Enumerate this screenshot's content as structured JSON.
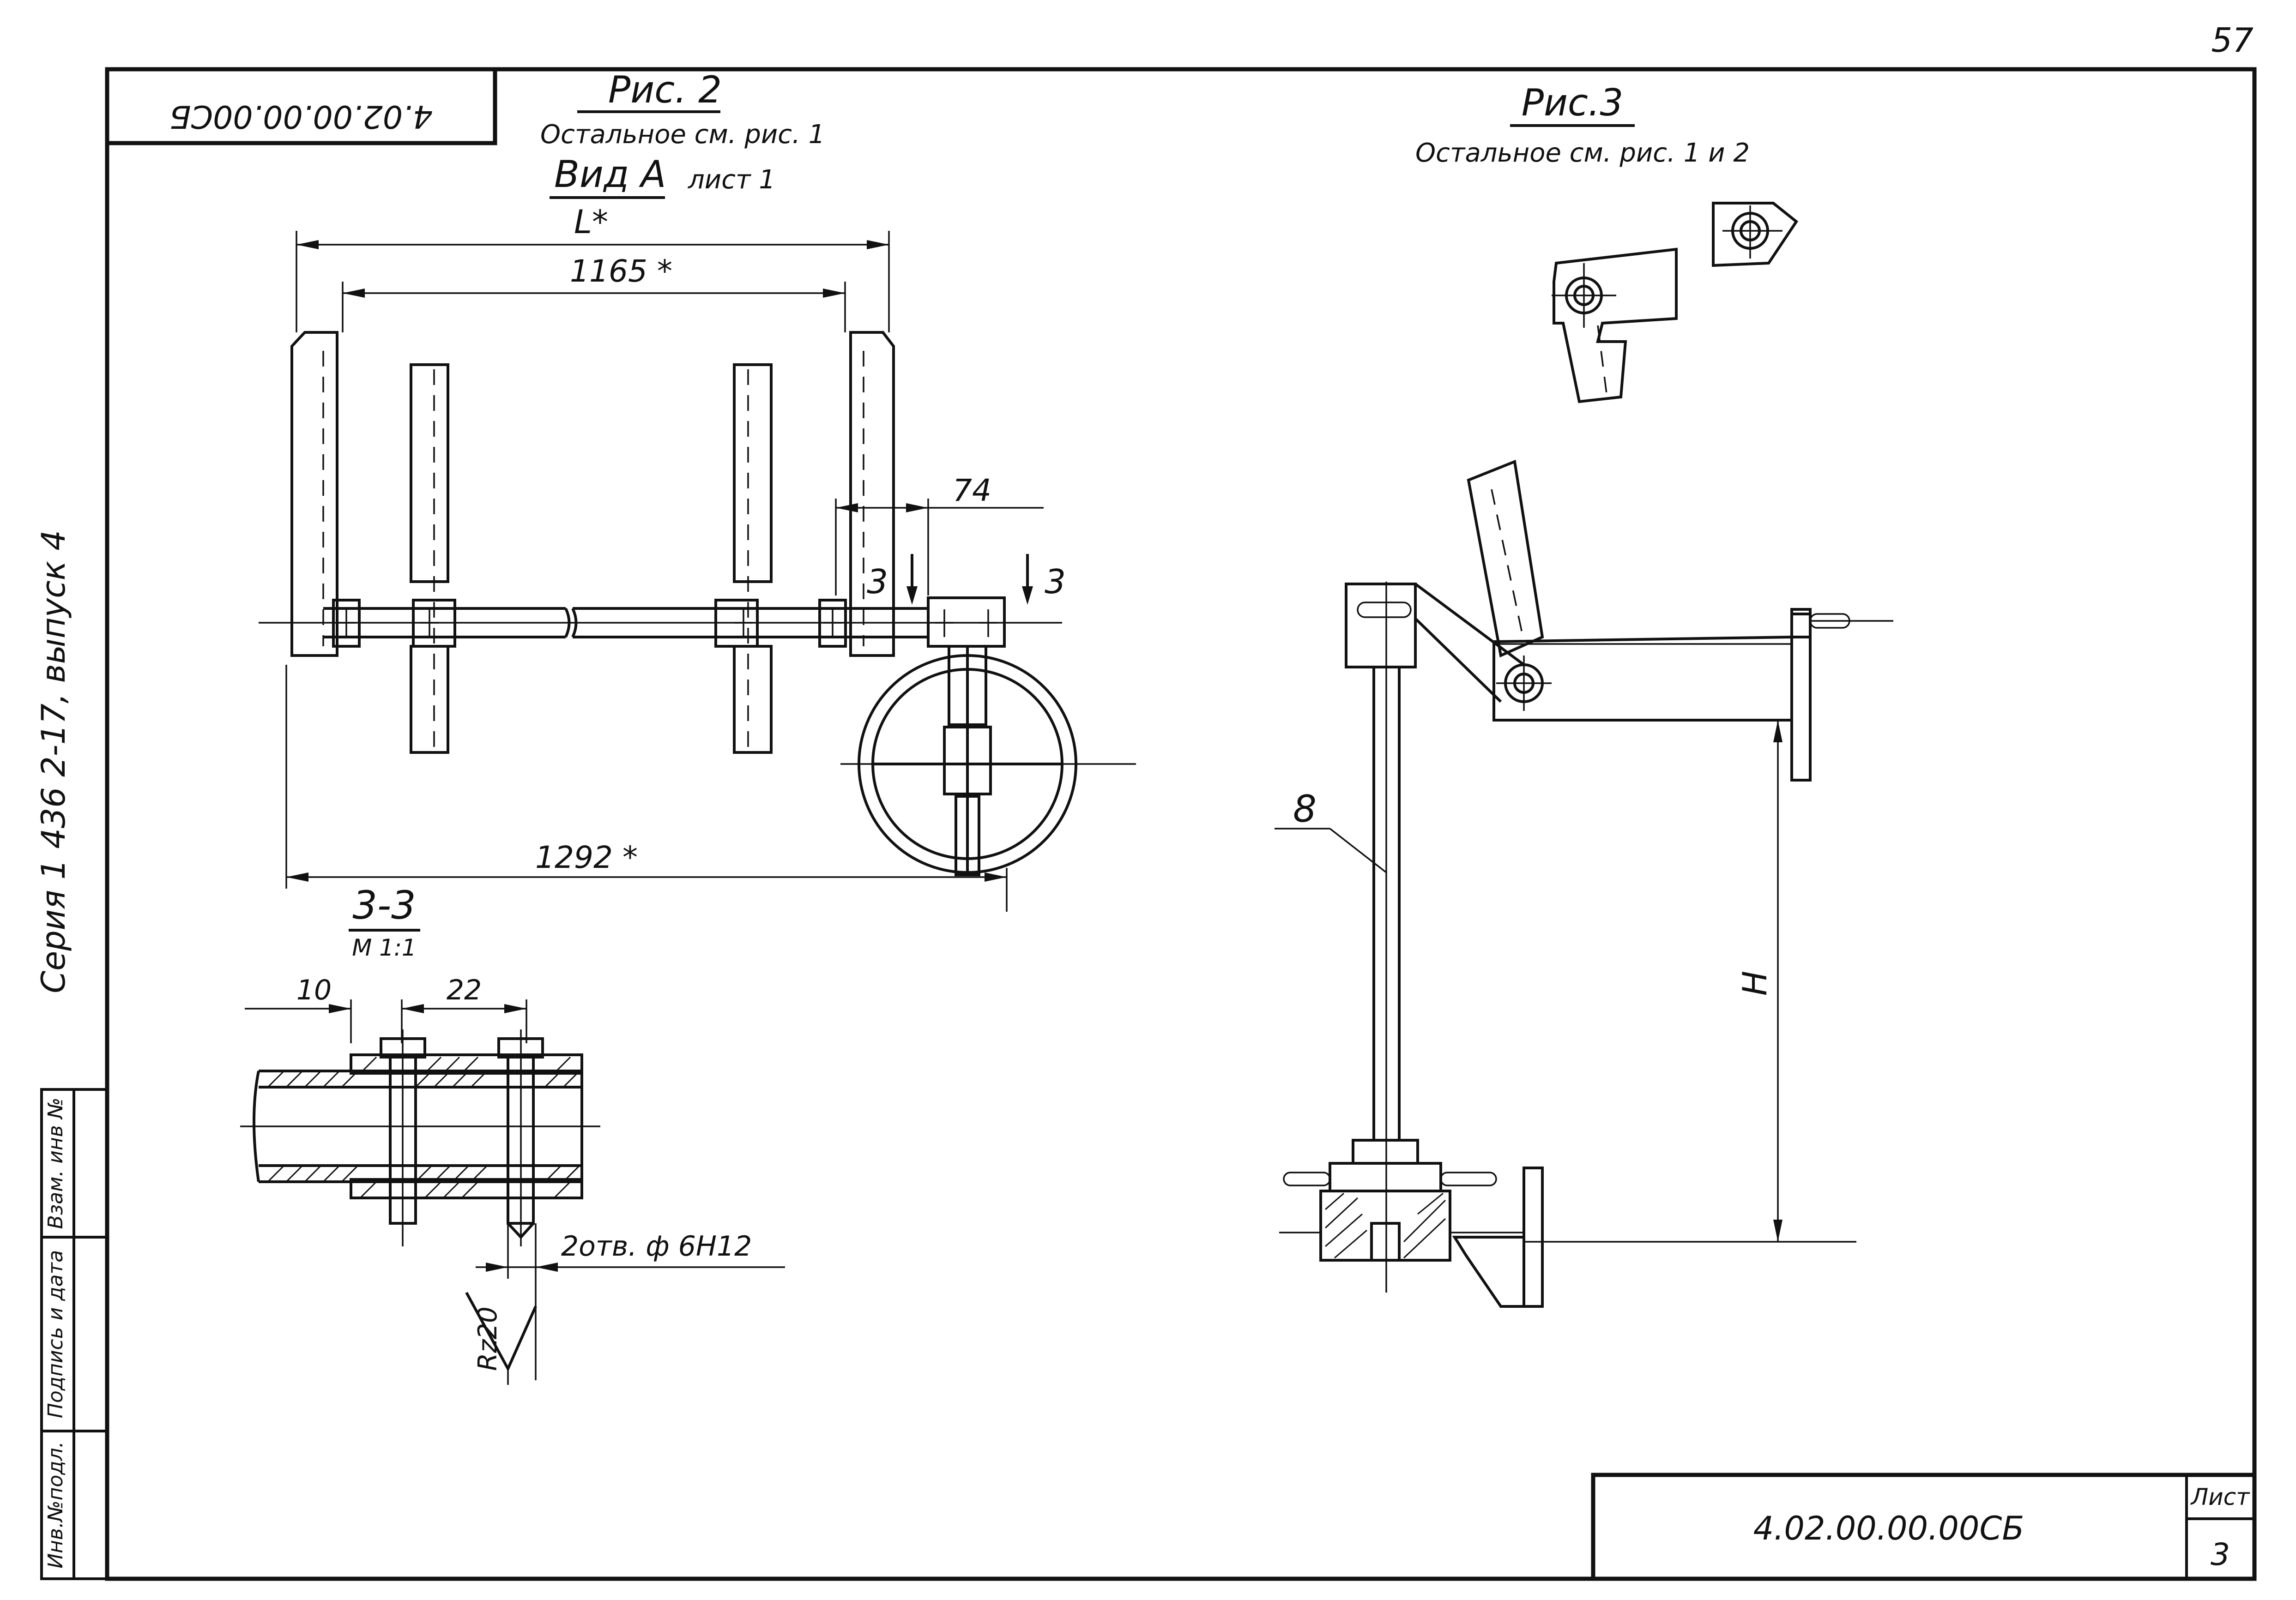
{
  "sheet": {
    "page_number": "57",
    "series_label": "Серия 1 436 2-17, выпуск 4",
    "stamp_mirrored": "4.02.00.00.00СБ",
    "doc_number": "4.02.00.00.00СБ",
    "list_label": "Лист",
    "list_number": "3"
  },
  "side_stamp": {
    "cells": [
      "Инв.№подл.",
      "Подпись и дата",
      "Взам. инв №"
    ]
  },
  "fig2": {
    "title": "Рис. 2",
    "note": "Остальное см. рис. 1",
    "view": "Вид А",
    "view_ref": "лист 1",
    "dim_L": "L*",
    "dim_1165": "1165 *",
    "dim_74": "74",
    "dim_1292": "1292 *",
    "cut_mark_left": "3",
    "cut_mark_right": "3"
  },
  "section": {
    "title": "3-3",
    "scale": "М 1:1",
    "dim_10": "10",
    "dim_22": "22",
    "holes_note": "2отв. ф 6Н12",
    "roughness": "Rz20"
  },
  "fig3": {
    "title": "Рис.3",
    "note": "Остальное см. рис. 1 и 2",
    "callout_8": "8",
    "dim_H": "H"
  }
}
